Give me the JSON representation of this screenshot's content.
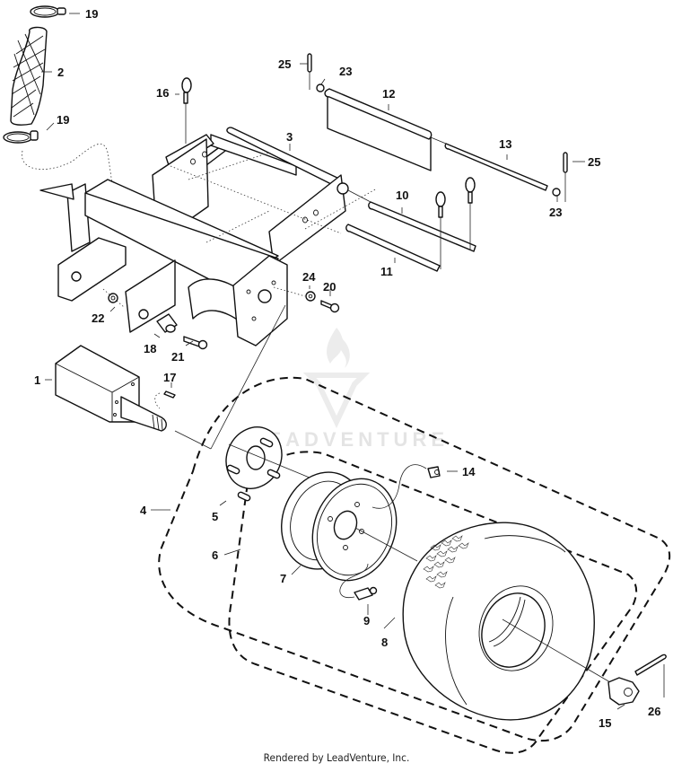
{
  "diagram": {
    "title": "Tow frame and wheel assembly exploded parts diagram",
    "watermark": "LEADVENTURE",
    "footer": "Rendered by LeadVenture, Inc.",
    "callouts": {
      "p1": "1",
      "p2": "2",
      "p3": "3",
      "p4": "4",
      "p5": "5",
      "p6": "6",
      "p7": "7",
      "p8": "8",
      "p9": "9",
      "p10": "10",
      "p11": "11",
      "p12": "12",
      "p13": "13",
      "p14": "14",
      "p15": "15",
      "p16": "16",
      "p17": "17",
      "p18": "18",
      "p19a": "19",
      "p19b": "19",
      "p20": "20",
      "p21": "21",
      "p22": "22",
      "p23a": "23",
      "p23b": "23",
      "p24": "24",
      "p25a": "25",
      "p25b": "25",
      "p26": "26"
    }
  }
}
